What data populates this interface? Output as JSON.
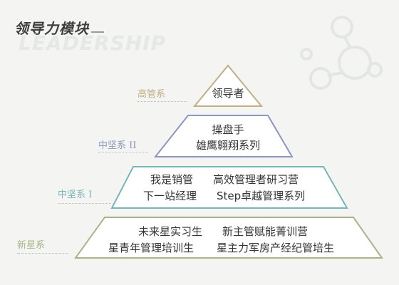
{
  "page": {
    "title": "领导力模块",
    "watermark": "LEADERSHIP"
  },
  "colors": {
    "tier1": "#bfae86",
    "tier2": "#8e96bf",
    "tier3": "#76b7b6",
    "tier4": "#a9b488"
  },
  "tiers": [
    {
      "label": "高管系",
      "lines": [
        "领导者"
      ]
    },
    {
      "label": "中坚系 II",
      "lines": [
        "操盘手",
        "雄鹰翱翔系列"
      ]
    },
    {
      "label": "中坚系 I",
      "rows": [
        [
          "我是销管",
          "高效管理者研习营"
        ],
        [
          "下一站经理",
          "Step卓越管理系列"
        ]
      ]
    },
    {
      "label": "新星系",
      "rows": [
        [
          "未来星实习生",
          "新主管赋能菁训营"
        ],
        [
          "星青年管理培训生",
          "星主力军房产经纪管培生"
        ]
      ]
    }
  ]
}
